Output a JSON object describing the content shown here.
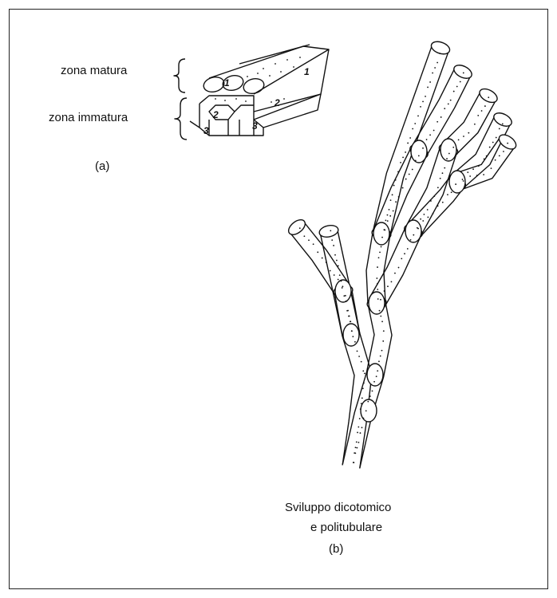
{
  "diagram": {
    "panel_a": {
      "zone_mature_label": "zona matura",
      "zone_immature_label": "zona immatura",
      "caption": "(a)",
      "tube_numbers": [
        "1",
        "1",
        "2",
        "2",
        "3",
        "3"
      ]
    },
    "panel_b": {
      "caption_line1": "Sviluppo dicotomico",
      "caption_line2": "e politubulare",
      "caption_letter": "(b)"
    }
  }
}
